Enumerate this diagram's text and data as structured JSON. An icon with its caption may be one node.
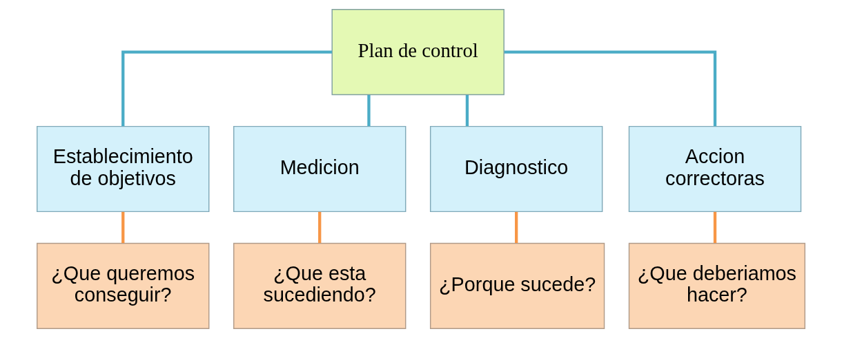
{
  "diagram": {
    "nodes": [
      {
        "text": [
          "Plan de control"
        ]
      },
      {
        "text": [
          "Establecimiento de objetivos"
        ]
      },
      {
        "text": [
          "Medicion"
        ]
      },
      {
        "text": [
          "Diagnostico"
        ]
      },
      {
        "text": [
          "Accion correctoras"
        ]
      },
      {
        "text": [
          "¿Que queremos conseguir?"
        ]
      },
      {
        "text": [
          "¿Que esta sucediendo?"
        ]
      },
      {
        "text": [
          "¿Porque sucede?"
        ]
      },
      {
        "text": [
          "¿Que deberiamos hacer?"
        ]
      }
    ],
    "edges": [
      {
        "from": 0,
        "to": 1,
        "arrow": "none",
        "color": "#4bacc6"
      },
      {
        "from": 0,
        "to": 2,
        "arrow": "none",
        "color": "#4bacc6"
      },
      {
        "from": 0,
        "to": 3,
        "arrow": "none",
        "color": "#4bacc6"
      },
      {
        "from": 0,
        "to": 4,
        "arrow": "none",
        "color": "#4bacc6"
      },
      {
        "from": 1,
        "to": 5,
        "arrow": "none",
        "color": "#f79646"
      },
      {
        "from": 2,
        "to": 6,
        "arrow": "none",
        "color": "#f79646"
      },
      {
        "from": 3,
        "to": 7,
        "arrow": "none",
        "color": "#f79646"
      },
      {
        "from": 4,
        "to": 8,
        "arrow": "none",
        "color": "#f79646"
      }
    ]
  }
}
